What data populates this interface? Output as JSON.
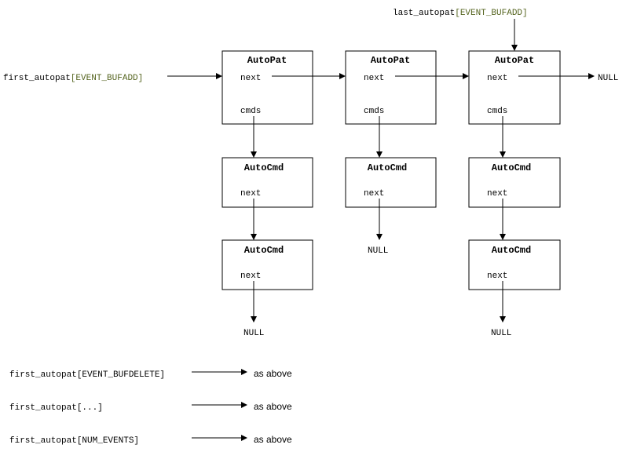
{
  "labels": {
    "first_add_name": "first_autopat",
    "first_add_index": "[EVENT_BUFADD]",
    "last_add_name": "last_autopat",
    "last_add_index": "[EVENT_BUFADD]",
    "null": "NULL",
    "as_above": "as above"
  },
  "autopat": {
    "title": "AutoPat",
    "next": "next",
    "cmds": "cmds"
  },
  "autocmd": {
    "title": "AutoCmd",
    "next": "next"
  },
  "others": [
    {
      "name": "first_autopat[EVENT_BUFDELETE]",
      "note": "as above"
    },
    {
      "name": "first_autopat[...]",
      "note": "as above"
    },
    {
      "name": "first_autopat[NUM_EVENTS]",
      "note": "as above"
    }
  ]
}
